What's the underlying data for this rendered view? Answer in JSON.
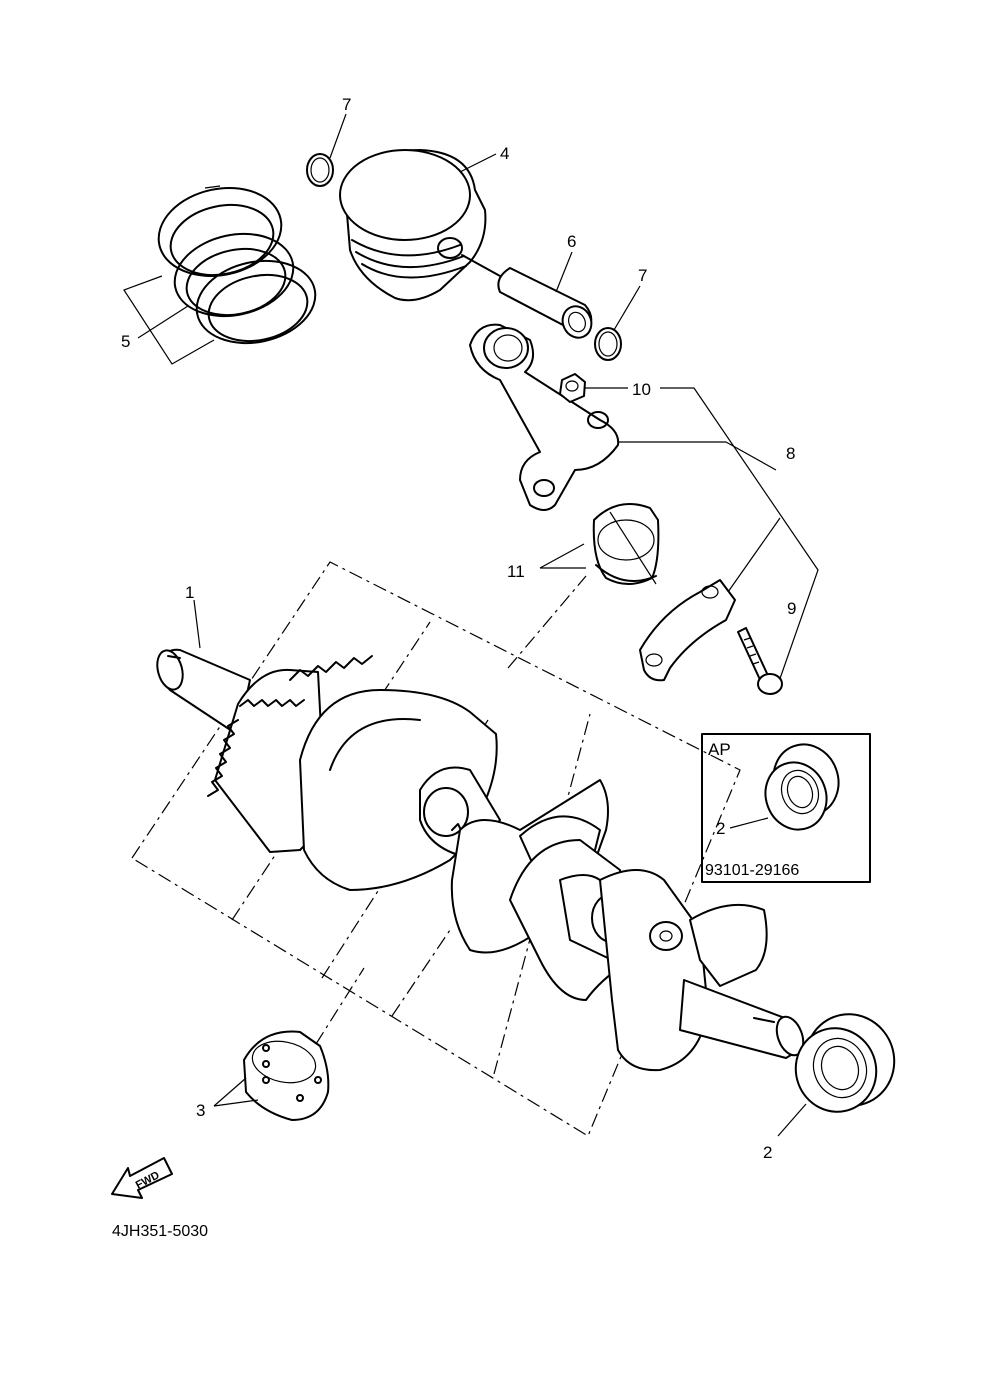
{
  "callouts": {
    "c1": "1",
    "c2a": "2",
    "c2b": "2",
    "c3": "3",
    "c4": "4",
    "c5": "5",
    "c6": "6",
    "c7a": "7",
    "c7b": "7",
    "c8": "8",
    "c9": "9",
    "c10": "10",
    "c11": "11"
  },
  "ap_box": {
    "title": "AP",
    "part_label": "2",
    "part_number": "93101-29166"
  },
  "fwd_arrow": {
    "text": "FWD"
  },
  "diagram_code": "4JH351-5030"
}
